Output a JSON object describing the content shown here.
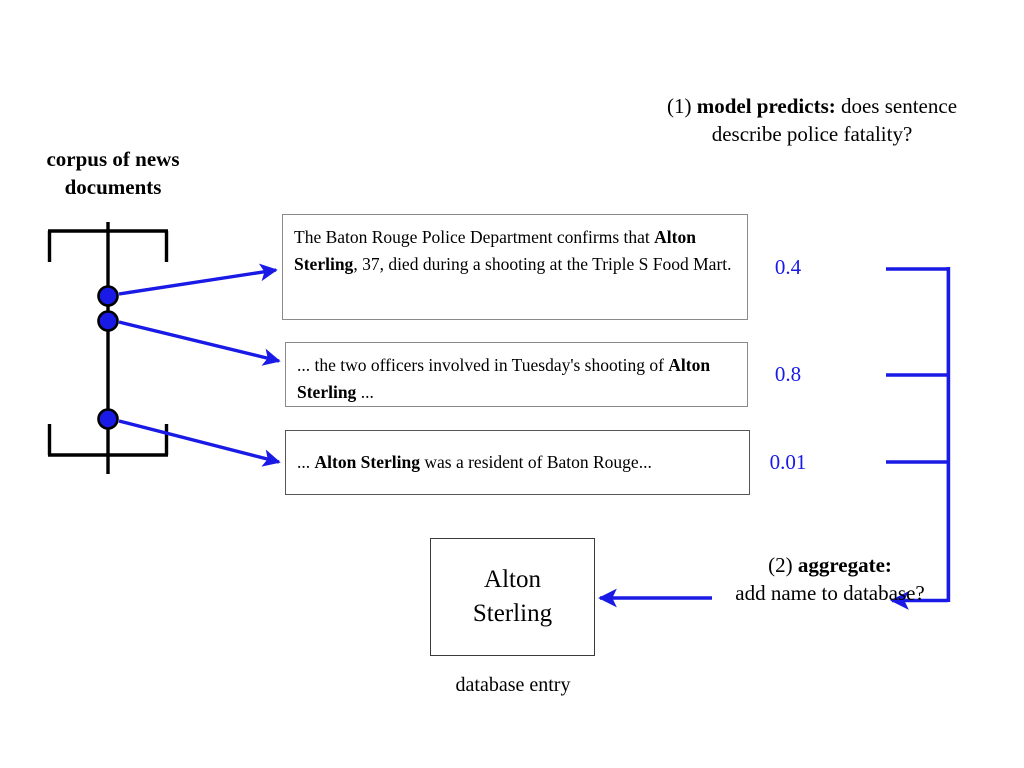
{
  "colors": {
    "accent_blue": "#1a1ae6",
    "ink_black": "#000000",
    "box_border_gray": "#8a8a8a",
    "background": "#ffffff"
  },
  "corpus": {
    "caption_line_1": "corpus of news",
    "caption_line_2": "documents",
    "document_dot_count": 3
  },
  "steps": {
    "step1": {
      "number": "(1)",
      "bold_label": "model predicts:",
      "question": "does sentence describe police fatality?",
      "full_text": "(1) model predicts: does sentence describe police fatality?"
    },
    "step2": {
      "number": "(2)",
      "bold_label": "aggregate:",
      "question": "add name to database?",
      "full_text": "(2) aggregate: add name to database?"
    }
  },
  "sentences": [
    {
      "id": "sentence-1",
      "segments": [
        {
          "text": "The Baton Rouge Police Department confirms that ",
          "bold": false
        },
        {
          "text": "Alton Sterling",
          "bold": true
        },
        {
          "text": ", 37, died during a shooting at the Triple S Food Mart.",
          "bold": false
        }
      ],
      "plain_text": "The Baton Rouge Police Department confirms that Alton Sterling, 37, died during a shooting at the Triple S Food Mart.",
      "score": "0.4"
    },
    {
      "id": "sentence-2",
      "segments": [
        {
          "text": "... the two officers involved in Tuesday's shooting of ",
          "bold": false
        },
        {
          "text": "Alton Sterling",
          "bold": true
        },
        {
          "text": " ...",
          "bold": false
        }
      ],
      "plain_text": "... the two officers involved in Tuesday's shooting of Alton Sterling ...",
      "score": "0.8"
    },
    {
      "id": "sentence-3",
      "segments": [
        {
          "text": "... ",
          "bold": false
        },
        {
          "text": "Alton Sterling",
          "bold": true
        },
        {
          "text": " was a resident of Baton Rouge...",
          "bold": false
        }
      ],
      "plain_text": "... Alton Sterling was a resident of Baton Rouge...",
      "score": "0.01"
    }
  ],
  "scores": [
    "0.4",
    "0.8",
    "0.01"
  ],
  "database_entry": {
    "name_line_1": "Alton",
    "name_line_2": "Sterling",
    "full_name": "Alton Sterling",
    "caption": "database entry"
  }
}
